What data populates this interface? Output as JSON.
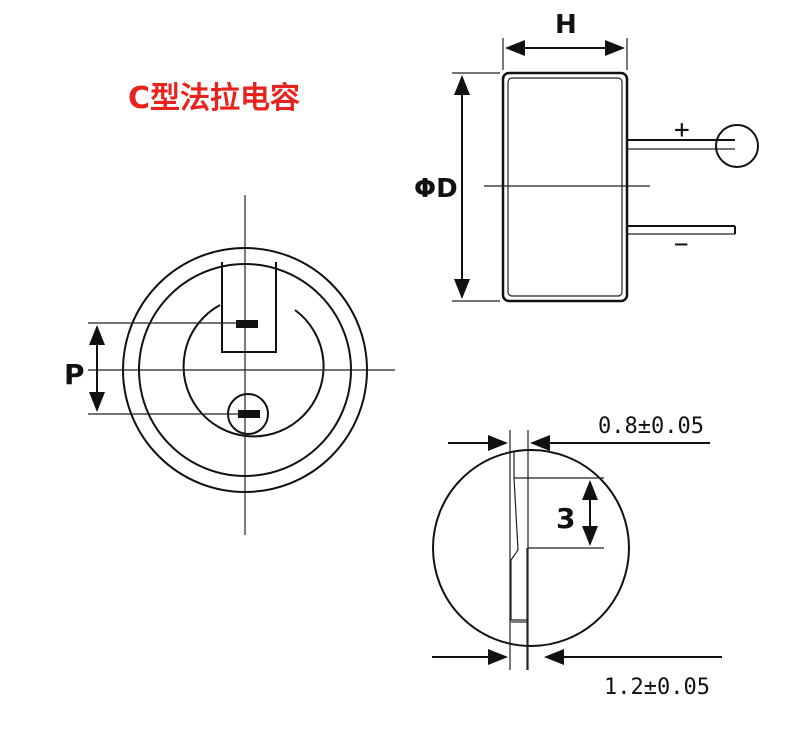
{
  "title": "C型法拉电容",
  "labels": {
    "height": "H",
    "diameter": "ΦD",
    "plus": "+",
    "minus": "−",
    "pitch": "P",
    "three": "3",
    "pin_thin": "0.8±0.05",
    "pin_thick": "1.2±0.05"
  },
  "colors": {
    "title": "#e8231d",
    "line": "#111111"
  }
}
